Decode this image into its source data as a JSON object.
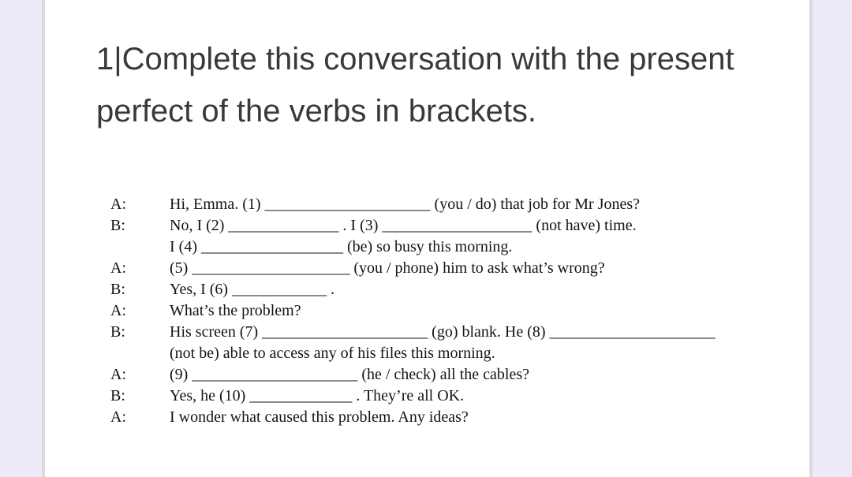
{
  "colors": {
    "backdrop": "#ecebf7",
    "page_edge": "#d9d9df",
    "page_background": "#ffffff",
    "title_text": "#38383d",
    "body_text": "#141414"
  },
  "document": {
    "title": "1|Complete this conversation with the present perfect of the verbs in brackets.",
    "conversation": {
      "lines": [
        {
          "speaker": "A:",
          "text": "Hi, Emma. (1) _____________________ (you / do) that job for Mr Jones?"
        },
        {
          "speaker": "B:",
          "text": "No, I (2) ______________ . I (3) ___________________ (not have) time."
        },
        {
          "speaker": "",
          "text": "I (4) __________________ (be) so busy this morning."
        },
        {
          "speaker": "A:",
          "text": "(5) ____________________ (you / phone) him to ask what’s wrong?"
        },
        {
          "speaker": "B:",
          "text": "Yes, I (6) ____________ ."
        },
        {
          "speaker": "A:",
          "text": "What’s the problem?"
        },
        {
          "speaker": "B:",
          "text": "His screen (7) _____________________ (go) blank. He (8) _____________________"
        },
        {
          "speaker": "",
          "text": "(not be) able to access any of his files this morning."
        },
        {
          "speaker": "A:",
          "text": "(9) _____________________ (he / check) all the cables?"
        },
        {
          "speaker": "B:",
          "text": "Yes, he (10) _____________ . They’re all OK."
        },
        {
          "speaker": "A:",
          "text": "I wonder what caused this problem. Any ideas?"
        }
      ]
    }
  }
}
